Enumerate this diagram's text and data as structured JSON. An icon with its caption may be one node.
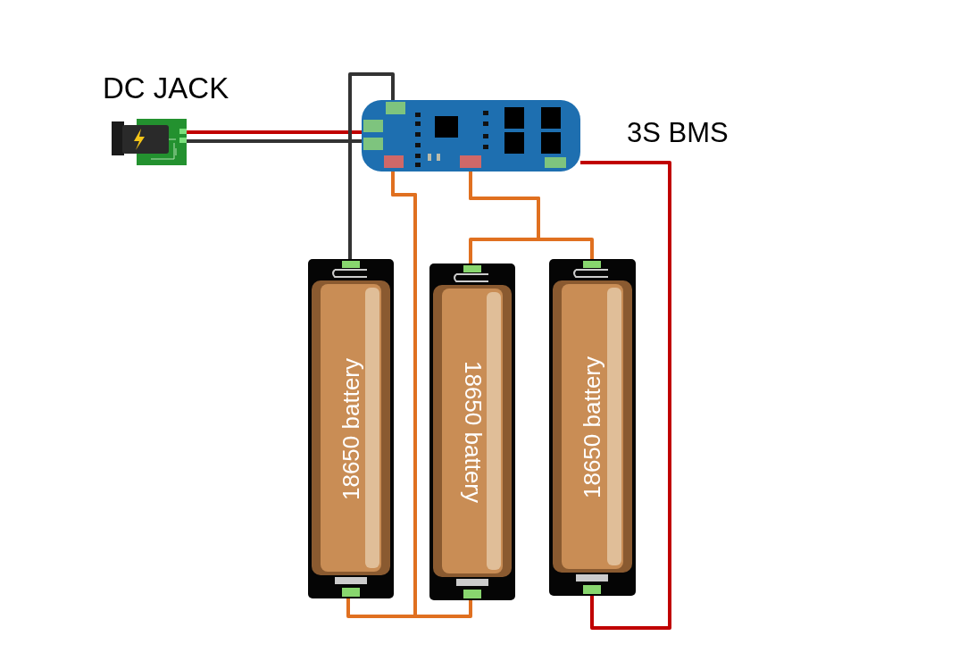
{
  "diagram": {
    "nodes": [
      {
        "text": [
          "DC JACK"
        ]
      },
      {
        "text": [
          "3S BMS"
        ]
      },
      {
        "text": [
          "18650 battery"
        ]
      },
      {
        "text": [
          "18650 battery"
        ]
      },
      {
        "text": [
          "18650 battery"
        ]
      }
    ],
    "edges": [
      {
        "from": 0,
        "to": 1,
        "arrow": "none",
        "color": "#c00000"
      },
      {
        "from": 0,
        "to": 1,
        "arrow": "none",
        "color": "#333333"
      },
      {
        "from": 1,
        "to": 2,
        "arrow": "none",
        "color": "#333333"
      },
      {
        "from": 1,
        "to": 2,
        "arrow": "none"
      },
      {
        "from": 1,
        "to": 3,
        "arrow": "none"
      },
      {
        "from": 1,
        "to": 3,
        "arrow": "none"
      },
      {
        "from": 1,
        "to": 4,
        "arrow": "none"
      },
      {
        "from": 1,
        "to": 4,
        "arrow": "none",
        "color": "#c00000"
      }
    ]
  }
}
